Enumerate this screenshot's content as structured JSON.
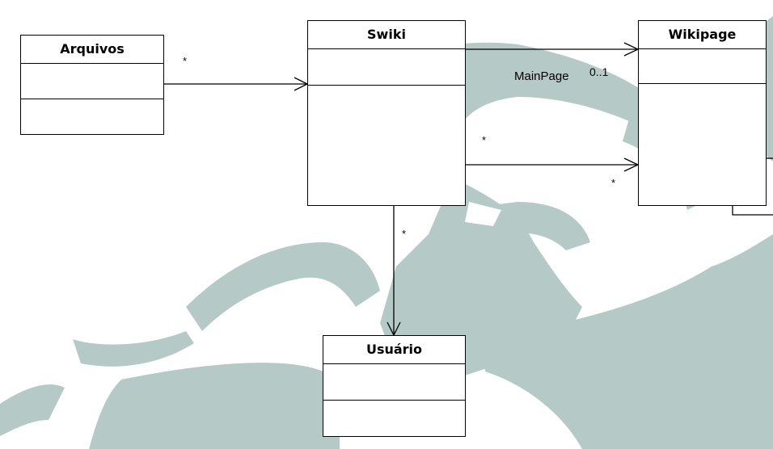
{
  "diagram": {
    "colors": {
      "watermark": "#b5c9c6",
      "line": "#000000",
      "box_fill": "#ffffff"
    },
    "classes": {
      "arquivos": {
        "name": "Arquivos"
      },
      "swiki": {
        "name": "Swiki"
      },
      "wikipage": {
        "name": "Wikipage"
      },
      "usuario": {
        "name": "Usuário"
      }
    },
    "associations": {
      "arquivos_swiki": {
        "source_mult": "*"
      },
      "swiki_wikipage_mainpage": {
        "role": "MainPage",
        "target_mult": "0..1"
      },
      "swiki_wikipage_pages": {
        "source_mult": "*",
        "target_mult": "*"
      },
      "swiki_usuario": {
        "source_mult": "*"
      }
    }
  }
}
